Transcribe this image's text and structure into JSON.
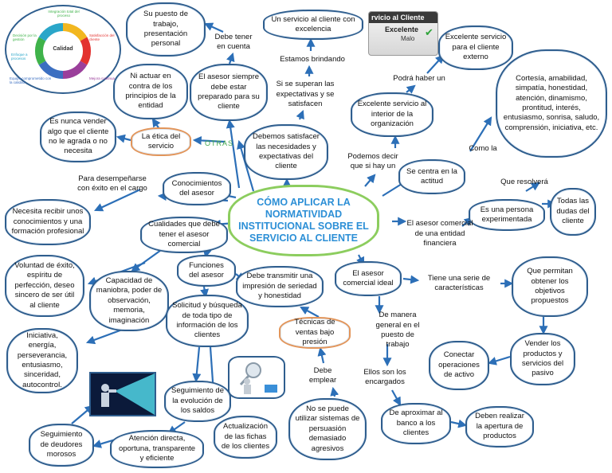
{
  "colors": {
    "line": "#2c6fb7",
    "cloud_border": "#2f5e8e",
    "central_text": "#2c8fd6",
    "central_border": "#8ccd5e",
    "orange": "#e2955a",
    "otras": "#3fa64b"
  },
  "central": {
    "title": "CÓMO APLICAR LA NORMATIVIDAD INSTITUCIONAL SOBRE EL SERVICIO AL CLIENTE"
  },
  "nodes": {
    "puesto": "Su puesto de trabajo, presentación personal",
    "debe_tener": "Debe tener en cuenta",
    "servicio_excelencia": "Un servicio al cliente con excelencia",
    "excelente_externo": "Excelente servicio para el cliente externo",
    "estamos_brindando": "Estamos brindando",
    "podra_haber": "Podrá haber un",
    "no_actuar": "Ni actuar en contra de los principios de la entidad",
    "asesor_preparado": "El asesor siempre debe estar preparado para su cliente",
    "si_superan": "Si se superan las expectativas y se satisfacen",
    "excelente_interior": "Excelente servicio al interior de la organización",
    "cortesia": "Cortesía, amabilidad, simpatía, honestidad, atención, dinamismo, prontitud, interés, entusiasmo, sonrisa, saludo, comprensión, iniciativa, etc.",
    "nunca_vender": "Es nunca vender algo que el cliente no le agrada o no necesita",
    "etica": "La ética del servicio",
    "otras": "OTRAS",
    "debemos_satisfacer": "Debemos satisfacer las necesidades y expectativas del cliente",
    "podemos_decir": "Podemos decir que si hay un",
    "como_la": "Como la",
    "centra_actitud": "Se centra en la actitud",
    "para_desempenarse": "Para desempeñarse con éxito en el cargo",
    "conocimientos": "Conocimientos del asesor",
    "que_resolvera": "Que resolverá",
    "persona_experimentada": "Es una persona experimentada",
    "todas_dudas": "Todas las dudas del cliente",
    "necesita_recibir": "Necesita recibir unos conocimientos y una formación profesional",
    "cualidades": "Cualidades que debe tener el asesor comercial",
    "asesor_comercial_entidad": "El asesor comercial de una entidad financiera",
    "voluntad": "Voluntad de éxito, espíritu de perfección, deseo sincero de ser útil al cliente",
    "funciones": "Funciones del asesor",
    "transmitir": "Debe transmitir una impresión de seriedad y honestidad",
    "comercial_ideal": "El asesor comercial ideal",
    "tiene_serie": "Tiene una serie de características",
    "permitan_obtener": "Que permitan obtener los objetivos propuestos",
    "capacidad": "Capacidad de maniobra, poder de observación, memoria, imaginación",
    "solicitud": "Solicitud y búsqueda de toda tipo de información de los clientes",
    "tecnicas": "Técnicas de ventas bajo presión",
    "manera_general": "De manera general en el puesto de trabajo",
    "iniciativa": "Iniciativa, energía, perseverancia, entusiasmo, sinceridad, autocontrol.",
    "vender_productos": "Vender los productos y servicios del pasivo",
    "conectar": "Conectar operaciones de activo",
    "debe_emplear": "Debe emplear",
    "ellos_son": "Ellos son los encargados",
    "seguimiento_evolucion": "Seguimiento de la evolución de los saldos",
    "actualizacion": "Actualización de las fichas de los clientes",
    "no_puede": "No se puede utilizar sistemas de persuasión demasiado agresivos",
    "aproximar": "De aproximar al banco a los clientes",
    "apertura": "Deben realizar la apertura de productos",
    "seguimiento_deudores": "Seguimiento de deudores morosos",
    "atencion_directa": "Atención directa, oportuna, transparente y eficiente"
  },
  "images": {
    "quality_wheel": {
      "center": "Calidad",
      "labels": [
        "Integración total del proceso",
        "Satisfacción del cliente",
        "Mejora continua",
        "Decisión por la gestión",
        "Equipo comprometido con la calidad",
        "Enfoque a procesos"
      ]
    },
    "badge": {
      "line1": "rvicio al Cliente",
      "line2": "Excelente",
      "line3": "Malo"
    }
  }
}
